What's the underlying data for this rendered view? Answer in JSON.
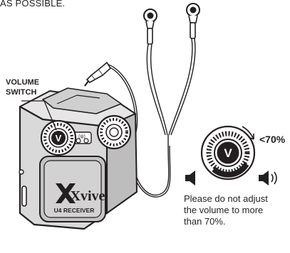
{
  "header": {
    "text": "AS POSSIBLE."
  },
  "callout": {
    "line1": "VOLUME",
    "line2": "SWITCH"
  },
  "device": {
    "brand": "Xvive",
    "model": "U4 RECEIVER",
    "knob_letter": "V",
    "indicator_text": "(ψ)"
  },
  "dial": {
    "letter": "V",
    "limit": "<70%"
  },
  "note": {
    "line1": "Please do not adjust",
    "line2": "the volume to more",
    "line3": "than 70%."
  },
  "icons": [
    "earphones-icon",
    "volume-low-icon",
    "volume-high-icon",
    "audio-jack-icon"
  ],
  "colors": {
    "ink": "#231f20",
    "background": "#ffffff",
    "body_gray": "#d9d9d9"
  }
}
